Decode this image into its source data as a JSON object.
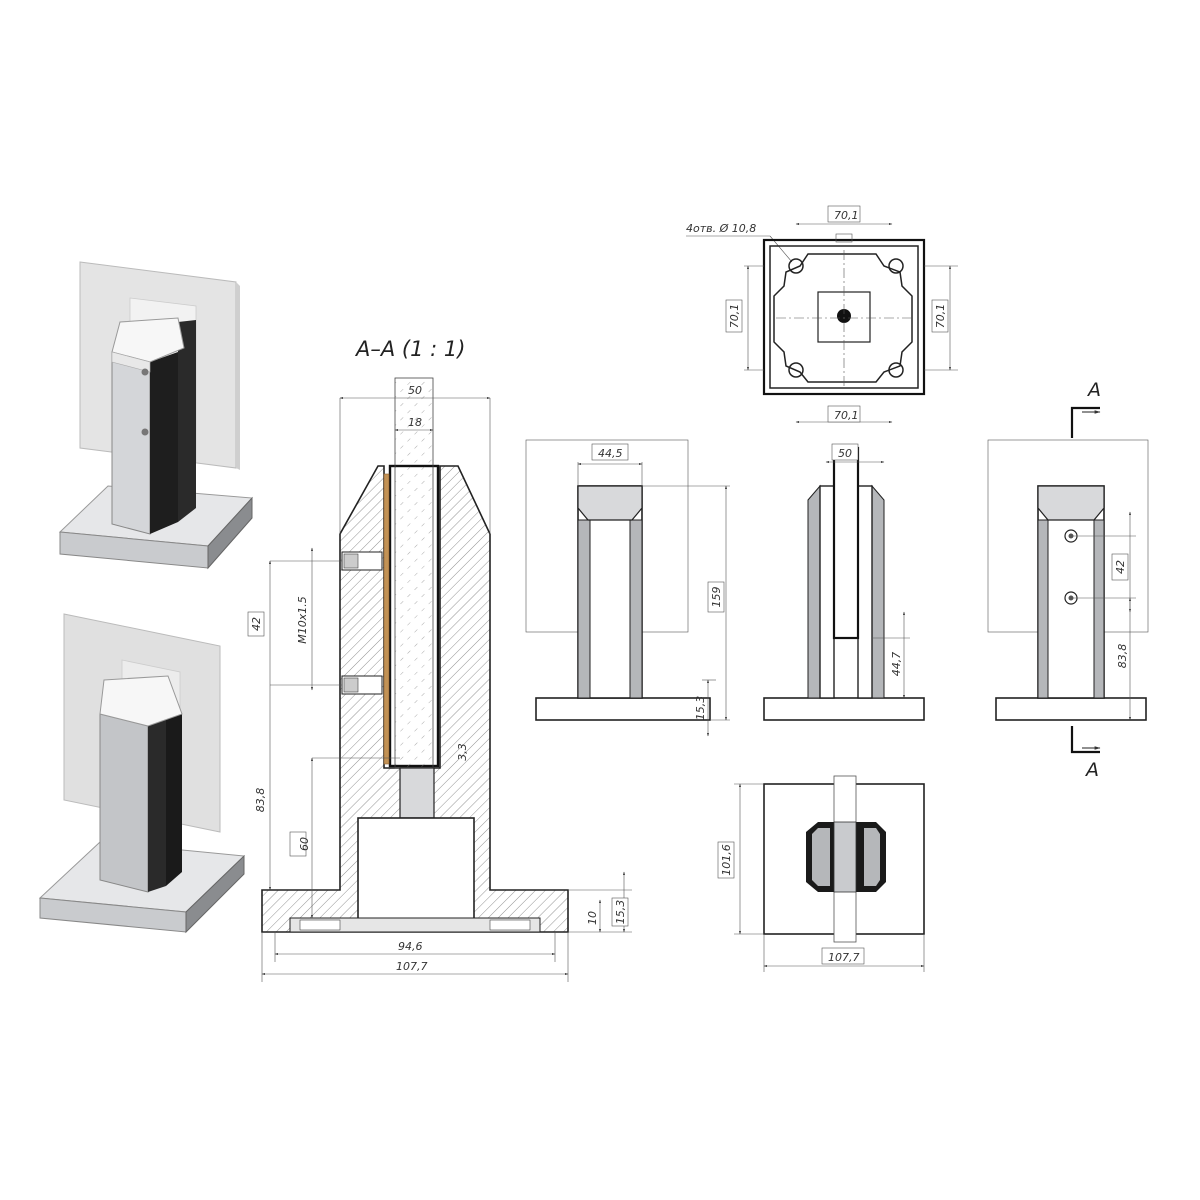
{
  "section_title": "A–A  (1 : 1)",
  "section_letter": "A",
  "holes_note": "4отв. Ø 10,8",
  "dims": {
    "top_width_top": "70,1",
    "top_width_bottom": "70,1",
    "top_height_left": "70,1",
    "top_height_right": "70,1",
    "sect_width": "50",
    "sect_slot": "18",
    "sect_thread": "M10x1.5",
    "sect_bolt_spacing": "42",
    "sect_height": "83,8",
    "sect_recess": "60",
    "sect_small": "3,3",
    "sect_plate": "10",
    "sect_base": "15,3",
    "sect_inner_width": "94,6",
    "sect_outer_width": "107,7",
    "front_width": "44,5",
    "front_height": "159",
    "front_base": "15,3",
    "side_width": "50",
    "side_slot_depth": "44,7",
    "right_bolt_spacing": "42",
    "right_height": "83,8",
    "bottom_width": "107,7",
    "bottom_height": "101,6"
  },
  "colors": {
    "line": "#222222",
    "glass": "#e6e6e6",
    "metal_light": "#d8d9db",
    "metal_mid": "#b5b7ba",
    "metal_dark": "#1a1a1a",
    "hatch": "#777777",
    "gasket": "#c29255"
  }
}
